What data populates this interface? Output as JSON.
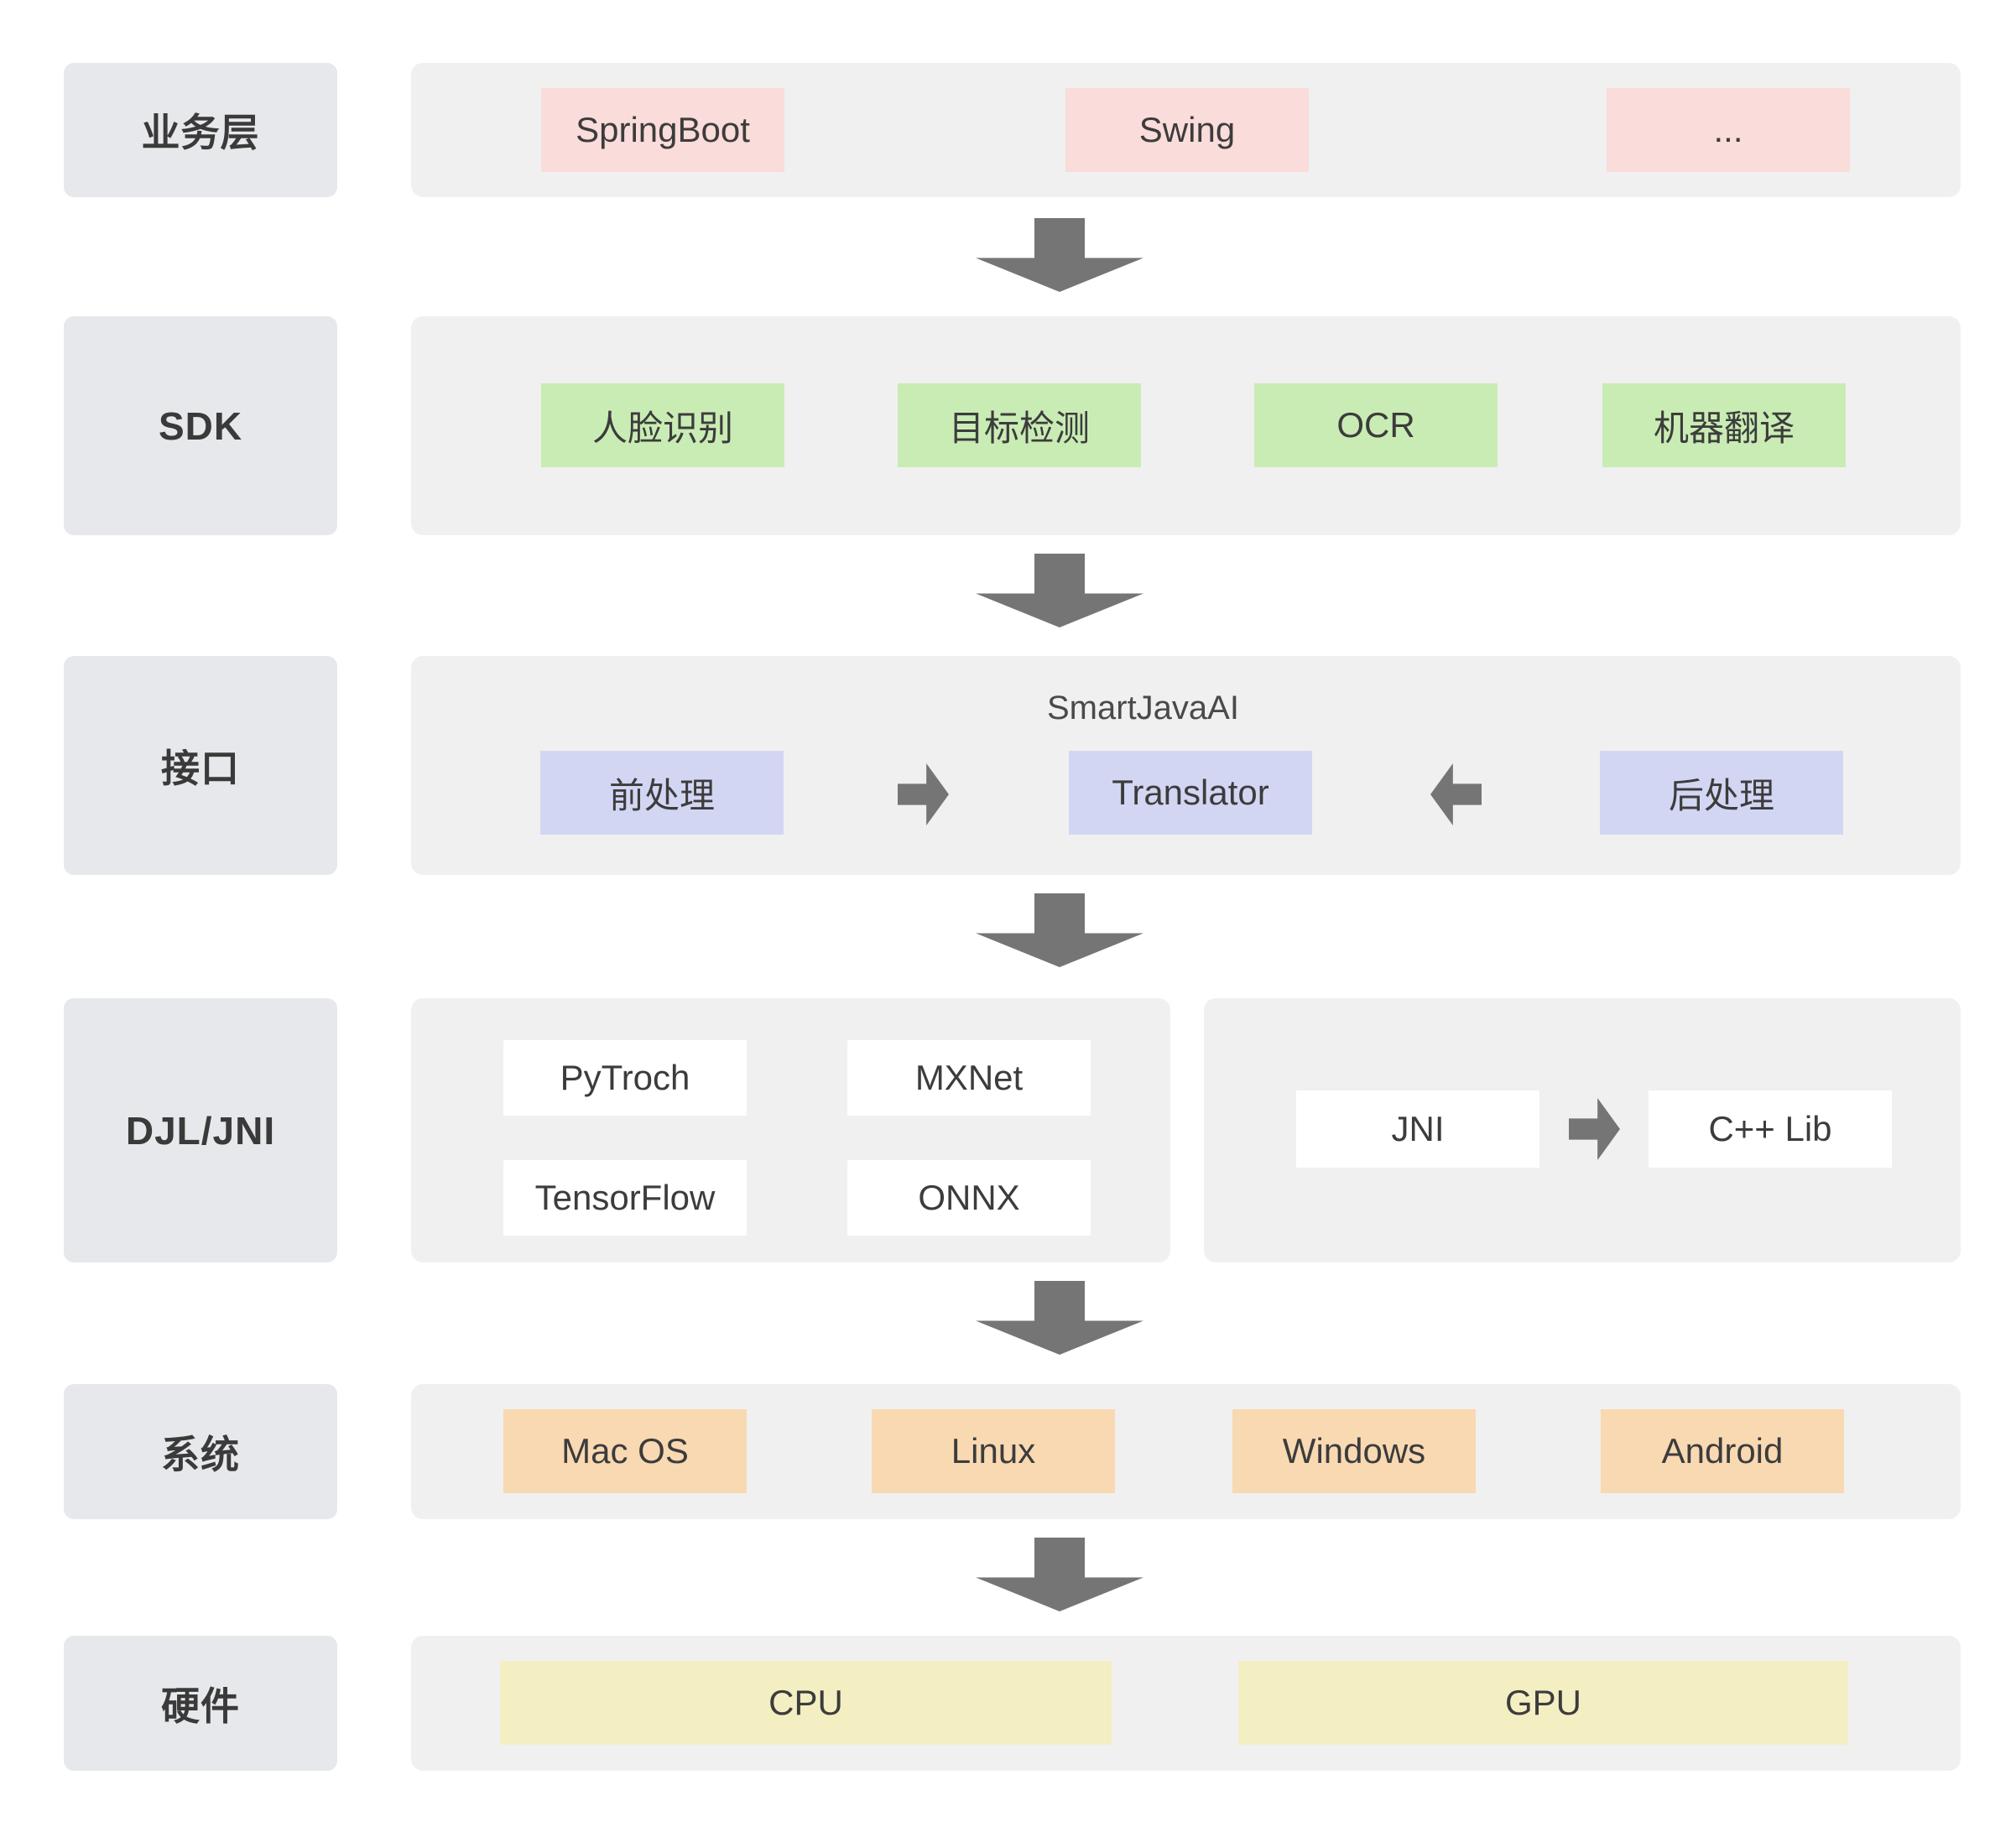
{
  "colors": {
    "page_bg": "#ffffff",
    "label_box": "#e7e8eb",
    "row_container": "#f0f0f0",
    "business_item": "#fadcda",
    "sdk_item": "#c9ecb4",
    "interface_item": "#d3d6f3",
    "engine_item": "#ffffff",
    "system_item": "#f9d9b2",
    "hardware_item": "#f4eec3",
    "arrow": "#757575",
    "text": "#3c3c3c"
  },
  "rows": {
    "business": {
      "label": "业务层",
      "items": [
        "SpringBoot",
        "Swing",
        "..."
      ]
    },
    "sdk": {
      "label": "SDK",
      "items": [
        "人脸识别",
        "目标检测",
        "OCR",
        "机器翻译"
      ]
    },
    "interface": {
      "label": "接口",
      "title": "SmartJavaAI",
      "pre": "前处理",
      "translator": "Translator",
      "post": "后处理"
    },
    "djl": {
      "label": "DJL/JNI",
      "engines": [
        "PyTroch",
        "MXNet",
        "TensorFlow",
        "ONNX"
      ],
      "jni": "JNI",
      "cpplib": "C++ Lib"
    },
    "system": {
      "label": "系统",
      "items": [
        "Mac OS",
        "Linux",
        "Windows",
        "Android"
      ]
    },
    "hardware": {
      "label": "硬件",
      "items": [
        "CPU",
        "GPU"
      ]
    }
  }
}
